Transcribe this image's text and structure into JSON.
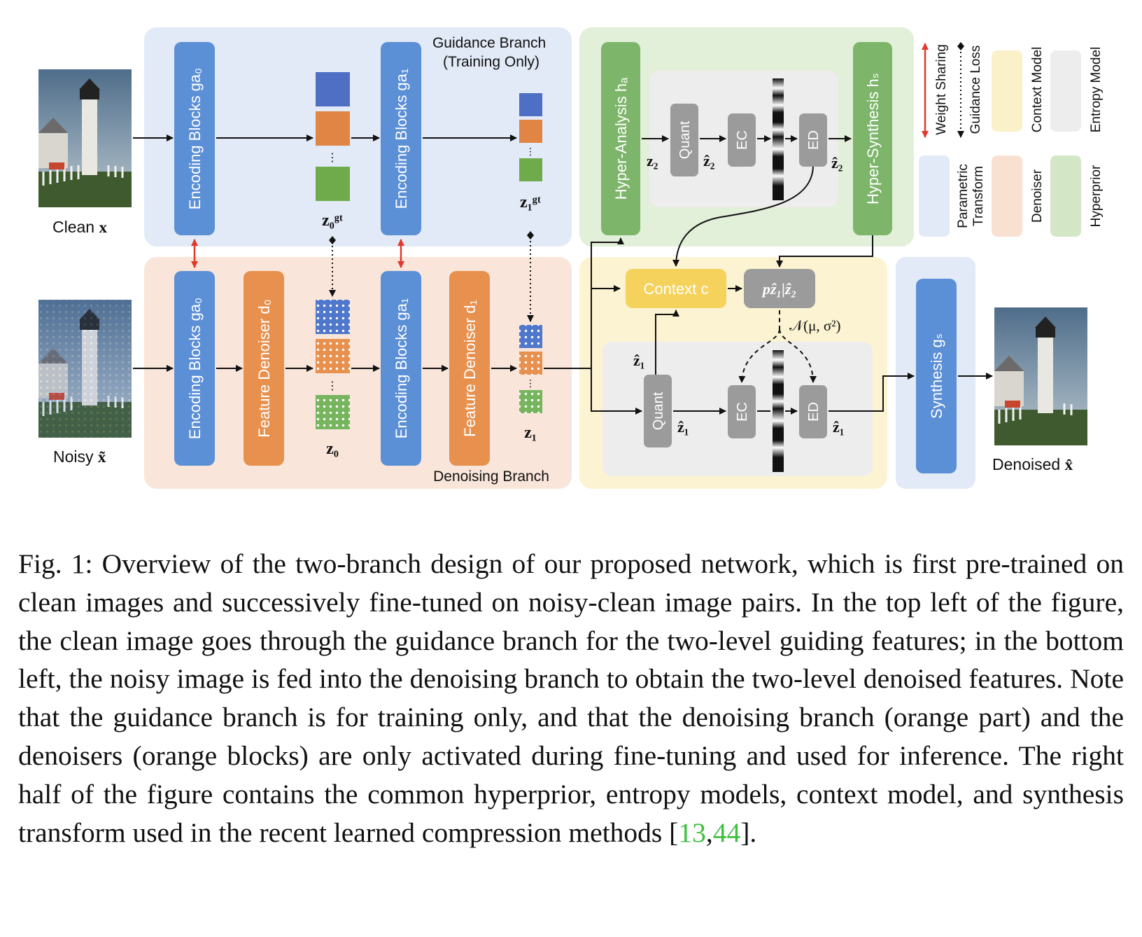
{
  "figure": {
    "guidance_branch_title_1": "Guidance Branch",
    "guidance_branch_title_2": "(Training Only)",
    "denoising_branch_title": "Denoising Branch",
    "clean_label_word": "Clean",
    "clean_label_var": "x",
    "noisy_label_word": "Noisy",
    "noisy_label_var": "x̃",
    "denoised_label_word": "Denoised",
    "denoised_label_var": "x̂",
    "encoding_g0": "Encoding Blocks ga₀",
    "encoding_g1": "Encoding Blocks ga₁",
    "denoiser_d0": "Feature Denoiser d₀",
    "denoiser_d1": "Feature Denoiser d₁",
    "z0_gt": "z₀ᵍᵗ",
    "z1_gt": "z₁ᵍᵗ",
    "z0": "z₀",
    "z1": "z₁",
    "hyper_analysis": "Hyper-Analysis hₐ",
    "hyper_synthesis": "Hyper-Synthesis hₛ",
    "quant": "Quant",
    "ec": "EC",
    "ed": "ED",
    "z2": "z₂",
    "z2_hat": "ẑ₂",
    "z1_hat": "ẑ₁",
    "context": "Context c",
    "prob": "pẑ₁|ẑ₂",
    "gaussian": "𝒩(μ, σ²)",
    "synthesis": "Synthesis gₛ",
    "colors": {
      "blue_block": "#5b8fd6",
      "orange_block": "#e8914f",
      "green_block": "#7db56a",
      "gray_block": "#9b9b9b",
      "yellow_block": "#f5d25c",
      "guidance_bg": "#e2eaf7",
      "denoising_bg": "#f9e5d9",
      "hyper_bg": "#e2efd9",
      "context_bg": "#fbf3d2"
    }
  },
  "legend": {
    "weight_sharing": "Weight Sharing",
    "guidance_loss": "Guidance Loss",
    "context_model": "Context Model",
    "entropy_model": "Entropy Model",
    "parametric_1": "Parametric",
    "parametric_2": "Transform",
    "denoiser": "Denoiser",
    "hyperprior": "Hyperprior"
  },
  "caption": {
    "text": "Fig. 1: Overview of the two-branch design of our proposed network, which is first pre-trained on clean images and successively fine-tuned on noisy-clean image pairs. In the top left of the figure, the clean image goes through the guidance branch for the two-level guiding features; in the bottom left, the noisy image is fed into the denoising branch to obtain the two-level denoised features. Note that the guidance branch is for training only, and that the denoising branch (orange part) and the denoisers (orange blocks) are only activated during fine-tuning and used for inference. The right half of the figure contains the common hyperprior, entropy models, context model, and synthesis transform used in the recent learned compression methods [",
    "cite_1": "13",
    "cite_sep": ",",
    "cite_2": "44",
    "tail": "]."
  }
}
